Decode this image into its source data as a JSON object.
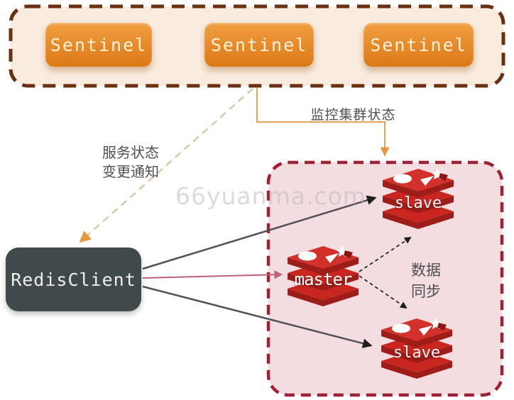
{
  "watermark": {
    "text": "66yuanma.com"
  },
  "sentinel_cluster": {
    "nodes": [
      {
        "label": "Sentinel"
      },
      {
        "label": "Sentinel"
      },
      {
        "label": "Sentinel"
      }
    ]
  },
  "client": {
    "label": "RedisClient"
  },
  "redis_cluster": {
    "nodes": [
      {
        "label": "slave"
      },
      {
        "label": "master"
      },
      {
        "label": "slave"
      }
    ]
  },
  "annotations": {
    "monitor_status": "监控集群状态",
    "notify_line1": "服务状态",
    "notify_line2": "变更通知",
    "sync_line1": "数据",
    "sync_line2": "同步"
  },
  "colors": {
    "sentinel_box_orange": "#e8862c",
    "sentinel_container_border": "#6b2f12",
    "sentinel_container_bg": "#f9ecdf",
    "client_box": "#414a4b",
    "redis_container_border": "#9e2134",
    "redis_container_bg": "#f3dde1",
    "redis_red": "#c8261f",
    "arrow_dark": "#54505a",
    "arrow_pink": "#c05f78",
    "connector_orange": "#e2a455",
    "notify_dash_tan": "#d9c9ab",
    "label_text": "#4f4f4f"
  }
}
